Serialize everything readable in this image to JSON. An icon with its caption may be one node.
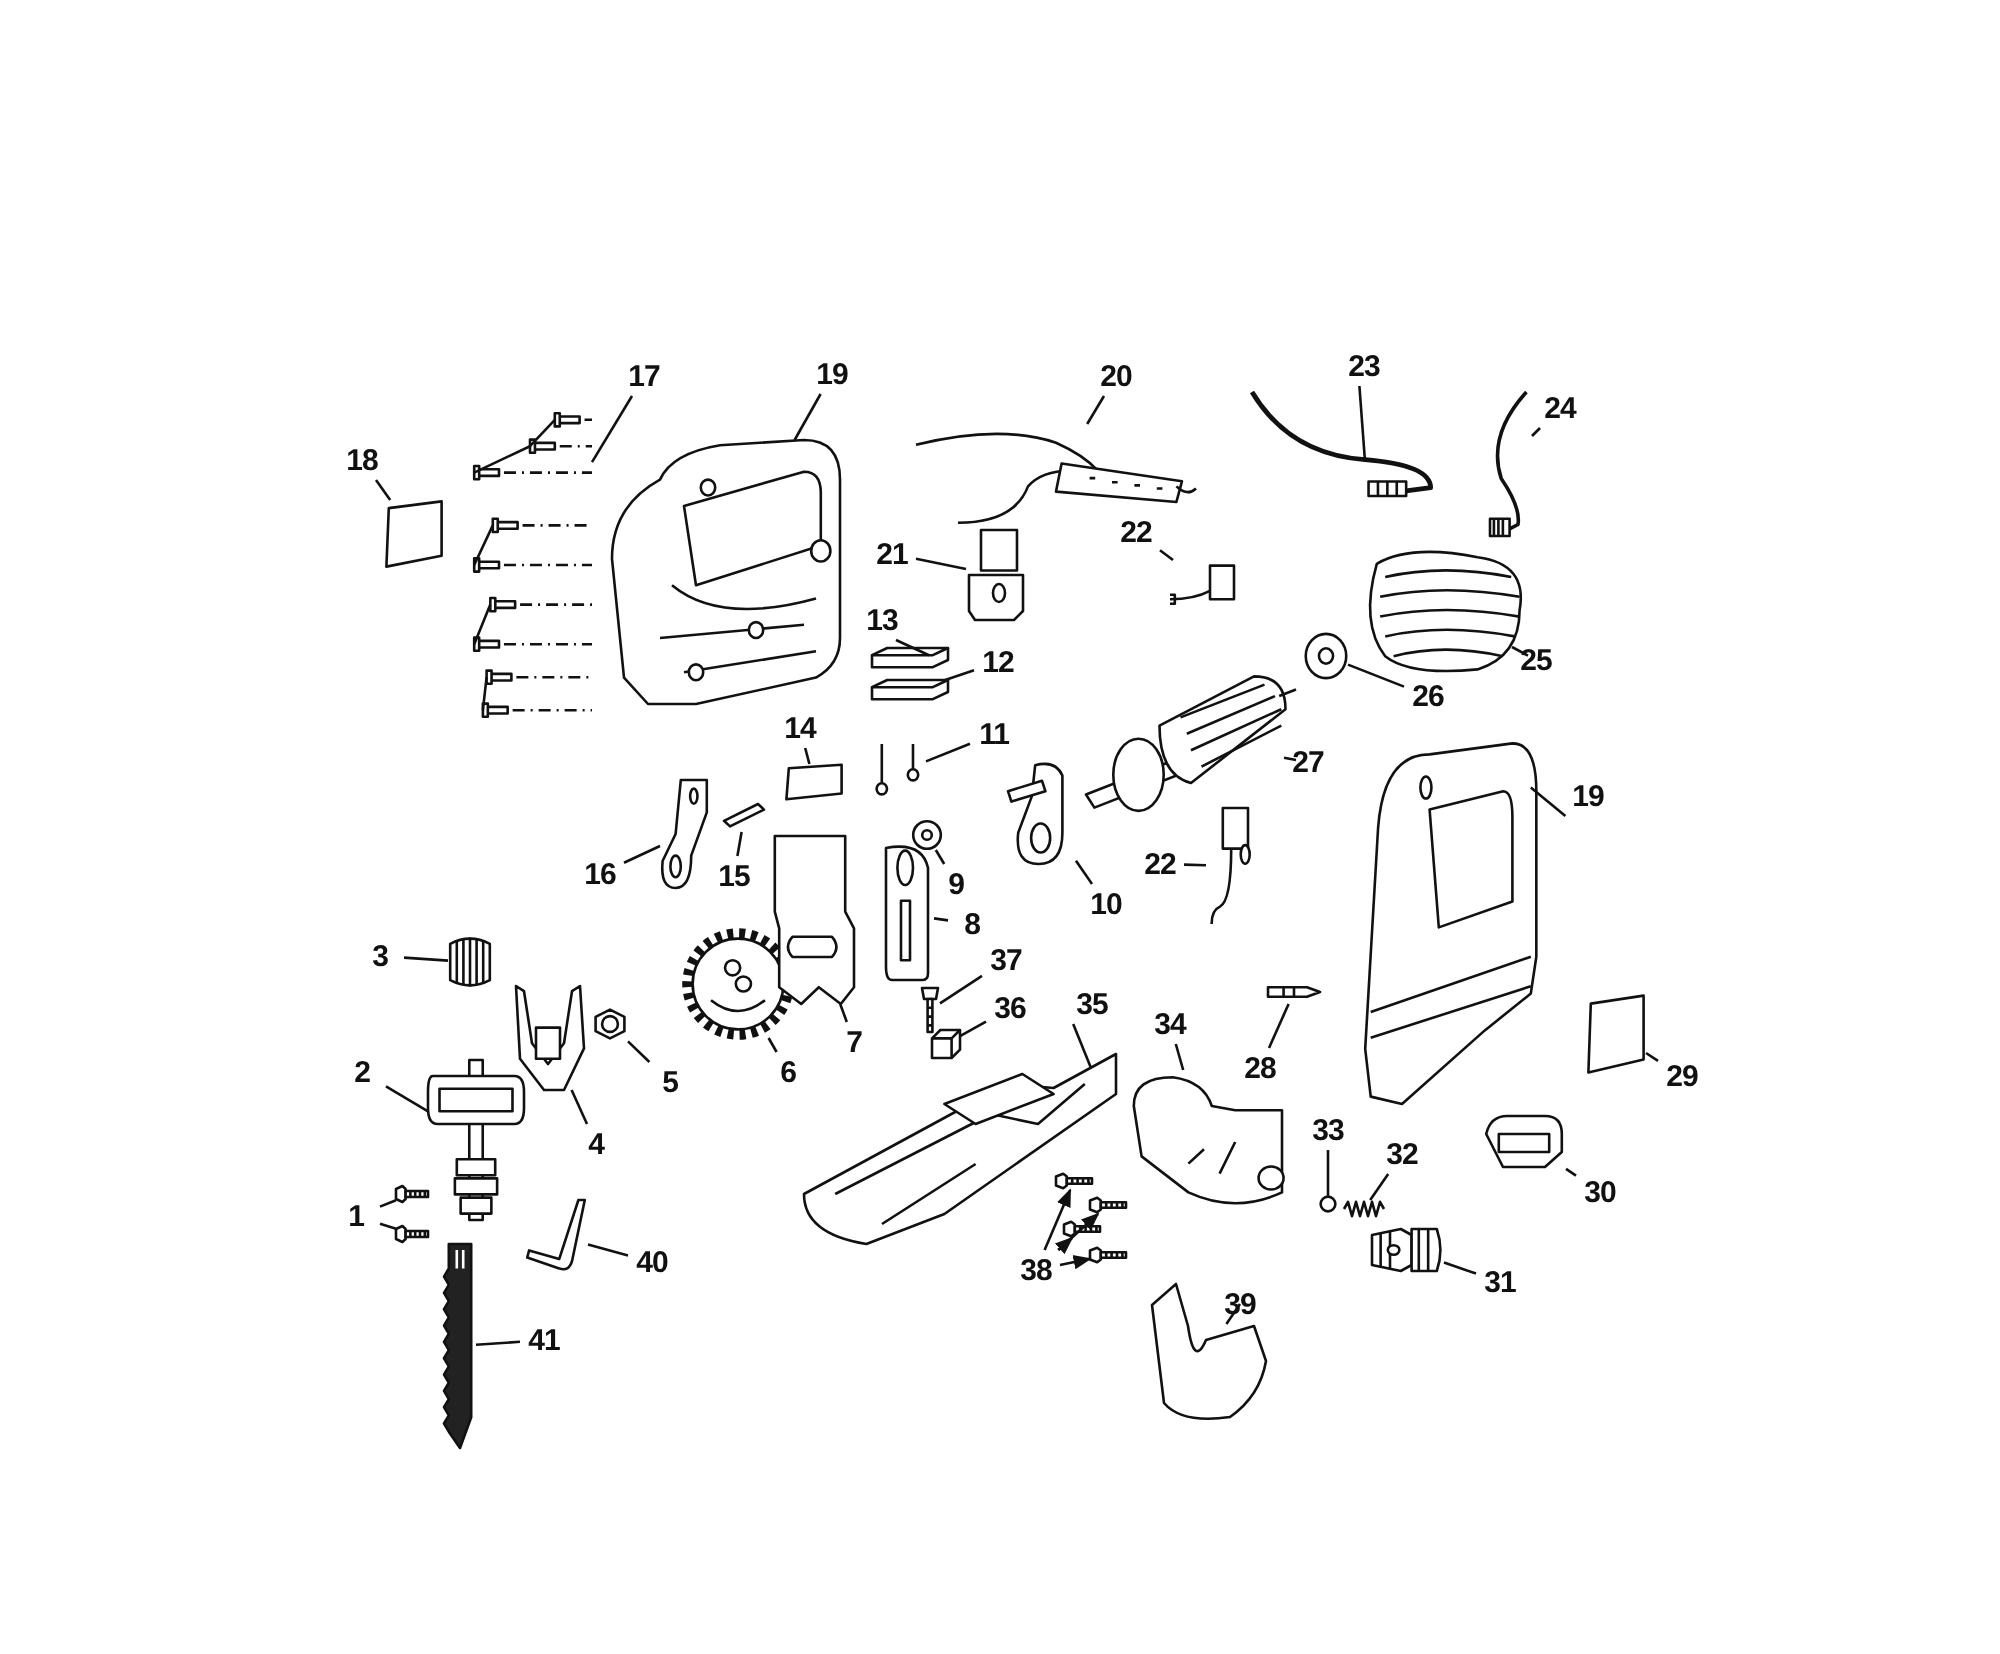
{
  "diagram": {
    "nodes": [
      {
        "text": [
          "1"
        ]
      },
      {
        "text": [],
        "shape": "picture"
      },
      {
        "text": [],
        "shape": "picture"
      },
      {
        "text": [
          "2"
        ]
      },
      {
        "text": [],
        "shape": "picture"
      },
      {
        "text": [
          "3"
        ]
      },
      {
        "text": [],
        "shape": "picture"
      },
      {
        "text": [
          "4"
        ]
      },
      {
        "text": [],
        "shape": "picture"
      },
      {
        "text": [
          "5"
        ]
      },
      {
        "text": [],
        "shape": "picture"
      },
      {
        "text": [
          "6"
        ]
      },
      {
        "text": [],
        "shape": "picture"
      },
      {
        "text": [
          "7"
        ]
      },
      {
        "text": [],
        "shape": "picture"
      },
      {
        "text": [
          "8"
        ]
      },
      {
        "text": [],
        "shape": "picture"
      },
      {
        "text": [
          "9"
        ]
      },
      {
        "text": [],
        "shape": "picture"
      },
      {
        "text": [
          "10"
        ]
      },
      {
        "text": [],
        "shape": "picture"
      },
      {
        "text": [
          "11"
        ]
      },
      {
        "text": [],
        "shape": "picture"
      },
      {
        "text": [
          "12"
        ]
      },
      {
        "text": [],
        "shape": "picture"
      },
      {
        "text": [
          "13"
        ]
      },
      {
        "text": [],
        "shape": "picture"
      },
      {
        "text": [
          "14"
        ]
      },
      {
        "text": [],
        "shape": "box"
      },
      {
        "text": [
          "15"
        ]
      },
      {
        "text": [],
        "shape": "picture"
      },
      {
        "text": [
          "16"
        ]
      },
      {
        "text": [],
        "shape": "picture"
      },
      {
        "text": [
          "17"
        ]
      },
      {
        "text": [],
        "shape": "picture"
      },
      {
        "text": [
          "18"
        ]
      },
      {
        "text": [],
        "shape": "box"
      },
      {
        "text": [
          "19"
        ]
      },
      {
        "text": [],
        "shape": "picture"
      },
      {
        "text": [
          "20"
        ]
      },
      {
        "text": [],
        "shape": "picture"
      },
      {
        "text": [
          "21"
        ]
      },
      {
        "text": [],
        "shape": "picture"
      },
      {
        "text": [
          "22"
        ]
      },
      {
        "text": [],
        "shape": "picture"
      },
      {
        "text": [
          "23"
        ]
      },
      {
        "text": [],
        "shape": "picture"
      },
      {
        "text": [
          "24"
        ]
      },
      {
        "text": [],
        "shape": "picture"
      },
      {
        "text": [
          "25"
        ]
      },
      {
        "text": [],
        "shape": "picture"
      },
      {
        "text": [
          "26"
        ]
      },
      {
        "text": [],
        "shape": "picture"
      },
      {
        "text": [
          "27"
        ]
      },
      {
        "text": [],
        "shape": "picture"
      },
      {
        "text": [
          "22"
        ]
      },
      {
        "text": [],
        "shape": "picture"
      },
      {
        "text": [
          "19"
        ]
      },
      {
        "text": [],
        "shape": "picture"
      },
      {
        "text": [
          "28"
        ]
      },
      {
        "text": [],
        "shape": "picture"
      },
      {
        "text": [
          "29"
        ]
      },
      {
        "text": [],
        "shape": "box"
      },
      {
        "text": [
          "30"
        ]
      },
      {
        "text": [],
        "shape": "picture"
      },
      {
        "text": [
          "31"
        ]
      },
      {
        "text": [],
        "shape": "picture"
      },
      {
        "text": [
          "32"
        ]
      },
      {
        "text": [],
        "shape": "picture"
      },
      {
        "text": [
          "33"
        ]
      },
      {
        "text": [],
        "shape": "circle"
      },
      {
        "text": [
          "34"
        ]
      },
      {
        "text": [],
        "shape": "picture"
      },
      {
        "text": [
          "35"
        ]
      },
      {
        "text": [],
        "shape": "picture"
      },
      {
        "text": [
          "36"
        ]
      },
      {
        "text": [],
        "shape": "picture"
      },
      {
        "text": [
          "37"
        ]
      },
      {
        "text": [],
        "shape": "picture"
      },
      {
        "text": [
          "38"
        ]
      },
      {
        "text": [],
        "shape": "picture"
      },
      {
        "text": [],
        "shape": "picture"
      },
      {
        "text": [],
        "shape": "picture"
      },
      {
        "text": [],
        "shape": "picture"
      },
      {
        "text": [
          "39"
        ]
      },
      {
        "text": [],
        "shape": "picture"
      },
      {
        "text": [
          "40"
        ]
      },
      {
        "text": [],
        "shape": "picture"
      },
      {
        "text": [
          "41"
        ]
      },
      {
        "text": [],
        "shape": "picture"
      }
    ],
    "edges": [
      {
        "from": 0,
        "to": 1,
        "arrow": "none"
      },
      {
        "from": 0,
        "to": 2,
        "arrow": "none"
      },
      {
        "from": 3,
        "to": 4,
        "arrow": "none"
      },
      {
        "from": 5,
        "to": 6,
        "arrow": "none"
      },
      {
        "from": 7,
        "to": 8,
        "arrow": "none"
      },
      {
        "from": 9,
        "to": 10,
        "arrow": "none"
      },
      {
        "from": 11,
        "to": 12,
        "arrow": "none"
      },
      {
        "from": 13,
        "to": 14,
        "arrow": "none"
      },
      {
        "from": 15,
        "to": 16,
        "arrow": "none"
      },
      {
        "from": 17,
        "to": 18,
        "arrow": "none"
      },
      {
        "from": 19,
        "to": 20,
        "arrow": "none"
      },
      {
        "from": 21,
        "to": 22,
        "arrow": "none"
      },
      {
        "from": 23,
        "to": 24,
        "arrow": "none"
      },
      {
        "from": 25,
        "to": 26,
        "arrow": "none"
      },
      {
        "from": 27,
        "to": 28,
        "arrow": "none"
      },
      {
        "from": 29,
        "to": 30,
        "arrow": "none"
      },
      {
        "from": 31,
        "to": 32,
        "arrow": "none"
      },
      {
        "from": 33,
        "to": 34,
        "arrow": "none"
      },
      {
        "from": 35,
        "to": 36,
        "arrow": "none"
      },
      {
        "from": 37,
        "to": 38,
        "arrow": "none"
      },
      {
        "from": 39,
        "to": 40,
        "arrow": "none"
      },
      {
        "from": 41,
        "to": 42,
        "arrow": "none"
      },
      {
        "from": 43,
        "to": 44,
        "arrow": "none"
      },
      {
        "from": 45,
        "to": 46,
        "arrow": "none"
      },
      {
        "from": 47,
        "to": 48,
        "arrow": "none"
      },
      {
        "from": 49,
        "to": 50,
        "arrow": "none"
      },
      {
        "from": 51,
        "to": 52,
        "arrow": "none"
      },
      {
        "from": 53,
        "to": 54,
        "arrow": "none"
      },
      {
        "from": 55,
        "to": 56,
        "arrow": "none"
      },
      {
        "from": 57,
        "to": 58,
        "arrow": "none"
      },
      {
        "from": 59,
        "to": 60,
        "arrow": "none"
      },
      {
        "from": 61,
        "to": 62,
        "arrow": "none"
      },
      {
        "from": 63,
        "to": 64,
        "arrow": "none"
      },
      {
        "from": 65,
        "to": 66,
        "arrow": "none"
      },
      {
        "from": 67,
        "to": 68,
        "arrow": "none"
      },
      {
        "from": 69,
        "to": 70,
        "arrow": "none"
      },
      {
        "from": 71,
        "to": 72,
        "arrow": "none"
      },
      {
        "from": 73,
        "to": 74,
        "arrow": "none"
      },
      {
        "from": 75,
        "to": 76,
        "arrow": "none"
      },
      {
        "from": 77,
        "to": 78,
        "arrow": "none"
      },
      {
        "from": 79,
        "to": 80,
        "arrow": "to"
      },
      {
        "from": 79,
        "to": 81,
        "arrow": "to"
      },
      {
        "from": 79,
        "to": 82,
        "arrow": "to"
      },
      {
        "from": 79,
        "to": 83,
        "arrow": "to"
      },
      {
        "from": 84,
        "to": 85,
        "arrow": "none"
      },
      {
        "from": 86,
        "to": 87,
        "arrow": "none"
      },
      {
        "from": 88,
        "to": 89,
        "arrow": "none"
      }
    ]
  }
}
